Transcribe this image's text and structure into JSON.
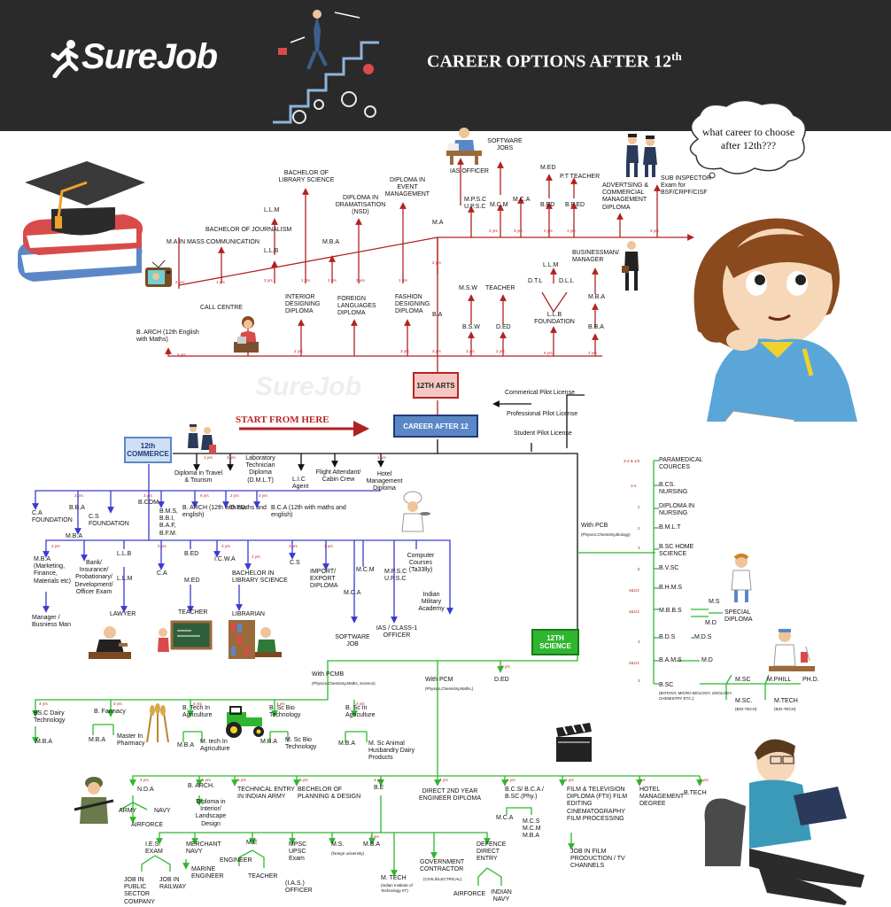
{
  "header": {
    "logo": "SureJob",
    "title": "CAREER OPTIONS AFTER 12",
    "title_sup": "th",
    "bg_color": "#2a2a2a"
  },
  "thought": "what career to choose after 12th???",
  "start_label": "START FROM HERE",
  "watermark": "SureJob",
  "colors": {
    "arts": "#b22222",
    "commerce": "#3a3ad0",
    "science": "#2fb62f"
  },
  "boxes": {
    "arts": "12TH ARTS",
    "career_after": "CAREER AFTER 12",
    "commerce": "12th COMMERCE",
    "science": "12TH SCIENCE"
  },
  "arts": {
    "top": [
      "M.A IN MASS COMMUNICATION",
      "BACHELOR OF JOURNALISM",
      "L.L.M",
      "L.L.B",
      "BACHELOR OF LIBRARY SCIENCE",
      "M.B.A",
      "DIPLOMA IN DRAMATISATION (NSD)",
      "DIPLOMA IN EVENT MANAGEMENT",
      "M.A",
      "M.P.S.C U.P.S.C",
      "IAS OFFICER",
      "SOFTWARE JOBS",
      "M.C.M",
      "M.C.A",
      "M.ED",
      "B.ED",
      "P.T TEACHER",
      "B.P.ED",
      "ADVERTSING & COMMERCIAL MANAGEMENT DIPLOMA",
      "SUB INSPECTOR Exam for BSF/CRPF/CISF"
    ],
    "mid": [
      "CALL CENTRE",
      "INTERIOR DESIGNING DIPLOMA",
      "FOREIGN LANGUAGES DIPLOMA",
      "FASHION DESIGNING DIPLOMA",
      "B.A",
      "M.S.W",
      "B.S.W",
      "TEACHER",
      "D.ED",
      "L.L.M",
      "D.T.L",
      "D.L.L",
      "L.L.B FOUNDATION",
      "BUSINESSMAN/ MANAGER",
      "M.B.A",
      "B.B.A",
      "B. ARCH (12th English with Maths)"
    ]
  },
  "pilot": [
    "Commerical Pilot License",
    "Professional Pilot License",
    "Student Pilot License"
  ],
  "commerce": {
    "top": [
      "Diploma in Travel & Tourism",
      "Laboratory Technician Diploma (D.M.L.T)",
      "L.I.C Agent",
      "Flight Attendant/ Cabin Crew",
      "Hotel Management Diploma"
    ],
    "row1": [
      "C.A FOUNDATION",
      "B.B.A",
      "M.B.A",
      "C.S FOUNDATION",
      "B.COM",
      "B.M.S, B.B.I, B.A.F, B.F.M.",
      "B. ARCH (12th with maths and english)",
      "D.ED.",
      "B.C.A (12th with maths and english)"
    ],
    "row2": [
      "M.B.A (Marketing, Finance, Materials etc)",
      "Bank/ Insurance/ Probationary/ Development/ Officer Exam",
      "L.L.B",
      "L.L.M",
      "C.A",
      "B.ED",
      "M.ED",
      "I.C.W.A",
      "BACHELOR IN LIBRARY SCIENCE",
      "C.S",
      "IMPORT/ EXPORT DIPLOMA",
      "M.C.M",
      "M.C.A",
      "M.P.S.C U.P.S.C",
      "Computer Courses (Ta33lly)",
      "Indian Military Academy"
    ],
    "row3": [
      "Manager / Busniess Man",
      "LAWYER",
      "TEACHER",
      "LIBRARIAN",
      "SOFTWARE JOB",
      "IAS / CLASS-1 OFFICER"
    ]
  },
  "pcb": {
    "label": "With PCB",
    "sub": "(Physics,Chemistry,Biology)",
    "items": [
      "PARAMEDICAL COURCES",
      "B.CS. NURSING",
      "DIPLOMA IN NURSING",
      "B.M.L.T",
      "B.SC HOME SCIENCE",
      "B.V.SC",
      "B.H.M.S",
      "M.B.B.S",
      "M.S",
      "SPECIAL DIPLOMA",
      "M.D",
      "B.D.S",
      "M.D.S",
      "B.A.M.S",
      "M.D",
      "B.SC",
      "(BOTANY, MICRO BIOLOGY, ZOOLOGY, CHEMISTRY ETC.)",
      "M.SC",
      "M.PHILL",
      "PH.D.",
      "M.SC.",
      "(BIO-TECH)",
      "M.TECH",
      "(BIO-TECH)"
    ]
  },
  "pcmb": {
    "label": "With PCMB",
    "sub": "(Physics,Chemistry,Maths, Science)",
    "items": [
      "BS.C Dairy Technology",
      "M.B.A",
      "B. Farmacy",
      "M.B.A",
      "Master In Pharmacy",
      "B. Tech In Agriculture",
      "M.B.A",
      "M. tech In Agriculture",
      "B. Sc Bio Technology",
      "M.B.A",
      "M. Sc Bio Technology",
      "B. Sc In Agriculture",
      "M.B.A",
      "M. Sc Animal Husbandry Dairy Products"
    ]
  },
  "pcm": {
    "label": "With PCM",
    "sub": "(Physics,Chemistry,Maths,)",
    "ded": "D.ED",
    "items": [
      "N.D.A",
      "ARMY",
      "NAVY",
      "AIRFORCE",
      "B. ARCH.",
      "Diploma in Interior/ Landscape Design",
      "TECHNICAL ENTRY IN INDIAN ARMY",
      "BECHELOR OF PLANNING & DESIGN",
      "B.E",
      "DIRECT 2ND YEAR ENGINEER DIPLOMA",
      "B.C.S/ B.C.A / B.SC.(Phy.)",
      "M.C.A",
      "M.C.S",
      "M.C.M",
      "M.B.A",
      "FILM & TELEVISION DIPLOMA (FTII) FILM EDITING CINEMATOGRAPHY FILM PROCESSING",
      "JOB IN FILM PRODUCTION / TV CHANNELS",
      "HOTEL MANAGEMENT DEGREE",
      "B.TECH",
      "I.E.S. EXAM",
      "JOB IN PUBLIC SECTOR COMPANY",
      "JOB IN RAILWAY",
      "MERCHANT NAVY",
      "MARINE ENGINEER",
      "M.E",
      "ENGINEER",
      "TEACHER",
      "MPSC UPSC Exam",
      "(I.A.S.) OFFICER",
      "M.S.",
      "(foreign university)",
      "M.B.A",
      "M. TECH",
      "(Indian Institute of Technology IIT)",
      "GOVERNMENT CONTRACTOR",
      "(CIVIL/ELECTRICAL)",
      "DEFENCE DIRECT ENTRY",
      "AIRFORCE",
      "INDIAN NAVY"
    ]
  }
}
